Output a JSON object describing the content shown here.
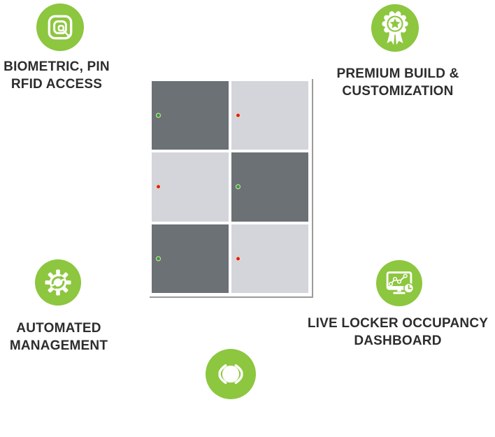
{
  "colors": {
    "accent": "#8dc63f",
    "text": "#2d2d2d",
    "locker_dark": "#6b7175",
    "locker_light": "#d3d5db",
    "locker_frame": "#ffffff",
    "frame_shadow": "#9a9a9a",
    "led_ring": "#efdfab",
    "led_green": "#2ba33c",
    "led_red": "#e11f22"
  },
  "features": [
    {
      "id": "access",
      "icon": "rfid-tag-icon",
      "line1": "BIOMETRIC, PIN",
      "line2": "RFID ACCESS"
    },
    {
      "id": "build",
      "icon": "award-ribbon-icon",
      "line1": "PREMIUM BUILD &",
      "line2": "CUSTOMIZATION"
    },
    {
      "id": "management",
      "icon": "gear-sync-icon",
      "line1": "AUTOMATED",
      "line2": "MANAGEMENT"
    },
    {
      "id": "dashboard",
      "icon": "occupancy-dashboard-icon",
      "line1": "LIVE LOCKER OCCUPANCY",
      "line2": "DASHBOARD"
    }
  ],
  "locker": {
    "rows": 3,
    "cols": 2,
    "cells": [
      {
        "row": 1,
        "col": 1,
        "shade": "dark",
        "led": "green"
      },
      {
        "row": 1,
        "col": 2,
        "shade": "light",
        "led": "red"
      },
      {
        "row": 2,
        "col": 1,
        "shade": "light",
        "led": "red"
      },
      {
        "row": 2,
        "col": 2,
        "shade": "dark",
        "led": "green"
      },
      {
        "row": 3,
        "col": 1,
        "shade": "dark",
        "led": "green"
      },
      {
        "row": 3,
        "col": 2,
        "shade": "light",
        "led": "red"
      }
    ]
  },
  "center_badge": {
    "icon": "focus-ring-icon"
  }
}
